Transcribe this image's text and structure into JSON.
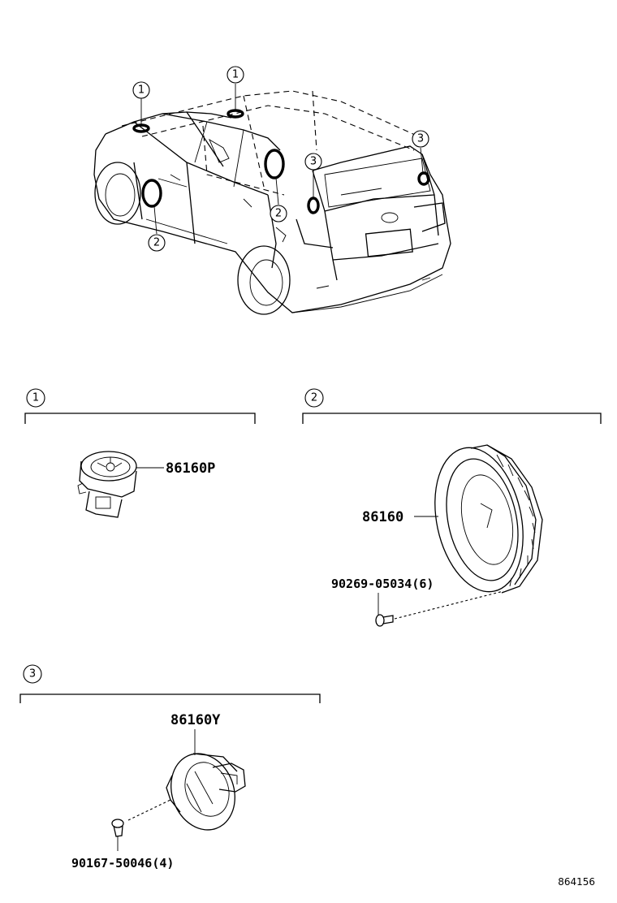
{
  "callouts": {
    "one": "1",
    "two": "2",
    "three": "3"
  },
  "parts": {
    "tweeter_front": "86160P",
    "speaker_door": "86160",
    "speaker_screw": "90269-05034(6)",
    "speaker_rear": "86160Y",
    "rear_screw": "90167-50046(4)"
  },
  "figure_number": "864156"
}
